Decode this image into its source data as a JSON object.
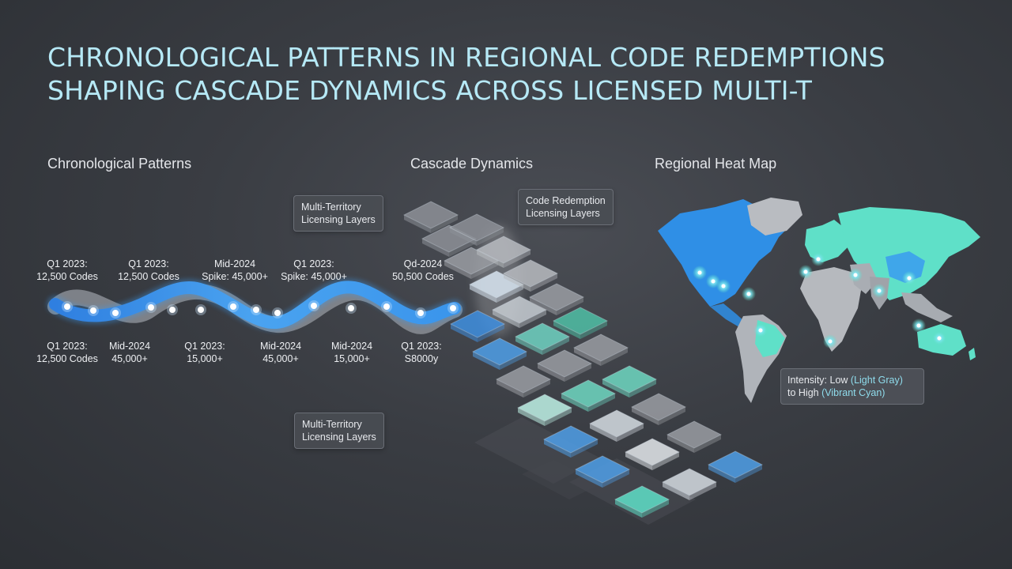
{
  "title": {
    "line1": "CHRONOLOGICAL PATTERNS IN REGIONAL CODE REDEMPTIONS",
    "line2": "SHAPING CASCADE DYNAMICS ACROSS LICENSED MULTI-T"
  },
  "sections": {
    "chronological": "Chronological Patterns",
    "cascade": "Cascade Dynamics",
    "heatmap": "Regional Heat Map"
  },
  "timeline": {
    "top_labels": [
      {
        "line1": "Q1 2023:",
        "line2": "12,500 Codes"
      },
      {
        "line1": "Q1 2023:",
        "line2": "12,500 Codes"
      },
      {
        "line1": "Mid-2024",
        "line2": "Spike: 45,000+"
      },
      {
        "line1": "Q1 2023:",
        "line2": "Spike: 45,000+"
      },
      {
        "line1": "Qd-2024",
        "line2": "50,500 Codes"
      }
    ],
    "bottom_labels": [
      {
        "line1": "Q1 2023:",
        "line2": "12,500 Codes"
      },
      {
        "line1": "Mid-2024",
        "line2": "45,000+"
      },
      {
        "line1": "Q1 2023:",
        "line2": "15,000+"
      },
      {
        "line1": "Mid-2024",
        "line2": "45,000+"
      },
      {
        "line1": "Mid-2024",
        "line2": "15,000+"
      },
      {
        "line1": "Q1 2023:",
        "line2": "S8000y"
      }
    ]
  },
  "callouts": {
    "top_left": {
      "line1": "Multi-Territory",
      "line2": "Licensing Layers"
    },
    "top_right": {
      "line1": "Code Redemption",
      "line2": "Licensing Layers"
    },
    "bottom": {
      "line1": "Multi-Territory",
      "line2": "Licensing Layers"
    }
  },
  "legend": {
    "prefix": "Intensity: Low ",
    "low": "(Light Gray)",
    "mid": "to High ",
    "high": "(Vibrant Cyan)"
  },
  "colors": {
    "accent_cyan": "#5fe0c8",
    "accent_blue": "#2f8fe6",
    "gray_ribbon": "#8a8d93",
    "title": "#b6e9f6"
  }
}
